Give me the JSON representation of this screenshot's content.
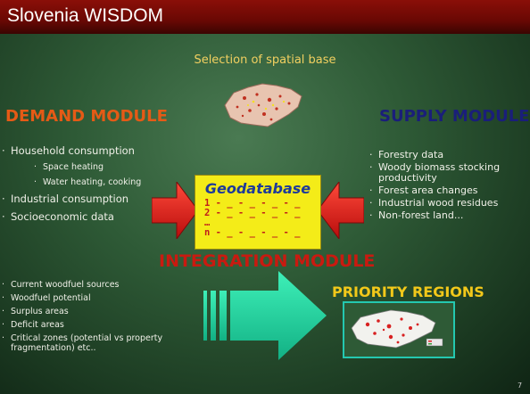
{
  "slide": {
    "title": "Slovenia WISDOM",
    "subtitle": "Selection of spatial base",
    "page_number": "7"
  },
  "demand": {
    "heading": "DEMAND MODULE",
    "items": [
      {
        "text": "Household consumption",
        "level": 1
      },
      {
        "text": "Space heating",
        "level": 2
      },
      {
        "text": "Water heating, cooking",
        "level": 2
      },
      {
        "text": "Industrial consumption",
        "level": 1
      },
      {
        "text": "Socioeconomic data",
        "level": 1
      }
    ]
  },
  "supply": {
    "heading": "SUPPLY MODULE",
    "items": [
      "Forestry data",
      "Woody biomass stocking productivity",
      "Forest area changes",
      "Industrial wood residues",
      "Non-forest land..."
    ]
  },
  "geodatabase": {
    "title": "Geodatabase",
    "rows": [
      "1 - _ - _ - _ - _",
      "2 - _ - _ - _ - _",
      "…",
      "n - _ - _ - _ - _"
    ]
  },
  "integration": {
    "heading": "INTEGRATION MODULE"
  },
  "outputs": {
    "items": [
      "Current woodfuel sources",
      "Woodfuel potential",
      "Surplus areas",
      "Deficit areas",
      "Critical zones (potential vs property fragmentation) etc.."
    ]
  },
  "priority": {
    "heading": "PRIORITY REGIONS"
  },
  "colors": {
    "title_bar": "#7a0c06",
    "demand_heading": "#e55a16",
    "supply_heading": "#1a1e7a",
    "integration_heading": "#c91a10",
    "priority_heading": "#f2c81a",
    "arrow_red": "#e01818",
    "arrow_teal": "#1ed6a0",
    "geodatabase_bg": "#f4ec18"
  }
}
